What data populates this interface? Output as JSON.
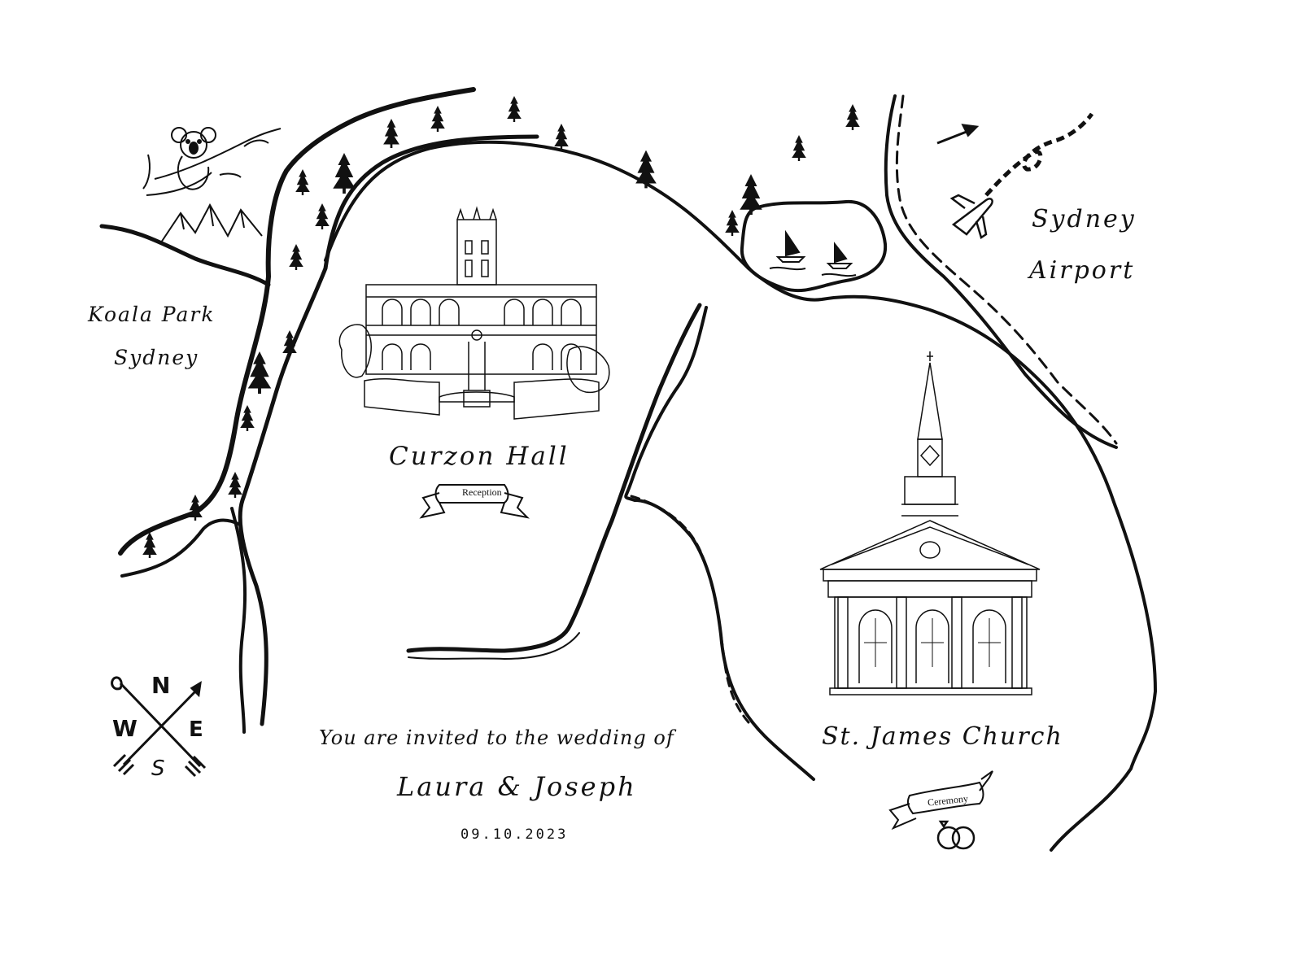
{
  "places": {
    "koala_park": [
      "Koala Park",
      "Sydney"
    ],
    "airport": [
      "Sydney",
      "Airport"
    ],
    "reception_venue": "Curzon Hall",
    "ceremony_venue": "St. James Church"
  },
  "ribbons": {
    "reception": "Reception",
    "ceremony": "Ceremony"
  },
  "invitation": {
    "line": "You are invited to the wedding of",
    "couple": "Laura & Joseph",
    "date": "09.10.2023"
  },
  "compass": {
    "north": "N",
    "west": "W",
    "east": "E",
    "south": "S"
  },
  "icons": [
    "koala-icon",
    "mountains-icon",
    "pine-tree-icon",
    "sailboat-icon",
    "airplane-icon",
    "compass-rose-icon",
    "wedding-rings-icon"
  ],
  "colors": {
    "ink": "#111111",
    "paper": "#ffffff"
  }
}
